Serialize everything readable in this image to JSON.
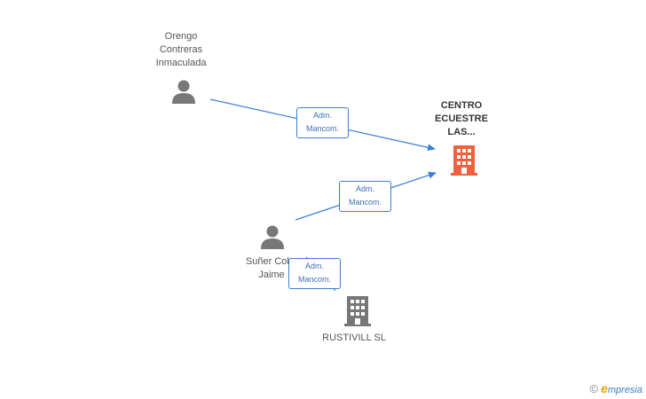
{
  "nodes": {
    "person1": {
      "lines": [
        "Orengo",
        "Contreras",
        "Inmaculada"
      ],
      "icon": "person-icon"
    },
    "company_main": {
      "lines": [
        "CENTRO",
        "ECUESTRE",
        "LAS..."
      ],
      "icon": "building-icon",
      "color": "#f0603c"
    },
    "person2": {
      "lines": [
        "Suñer Col...",
        "Jaime"
      ],
      "icon": "person-icon"
    },
    "company2": {
      "lines": [
        "RUSTIVILL SL"
      ],
      "icon": "building-icon",
      "color": "#777777"
    }
  },
  "edges": [
    {
      "from": "person1",
      "to": "company_main",
      "role": [
        "Adm.",
        "Mancom."
      ]
    },
    {
      "from": "person2",
      "to": "company_main",
      "role": [
        "Adm.",
        "Mancom."
      ]
    },
    {
      "from": "person2",
      "to": "company2",
      "role": [
        "Adm.",
        "Mancom."
      ]
    }
  ],
  "colors": {
    "edge": "#3d7fd6",
    "person": "#777777"
  },
  "watermark": {
    "symbol": "©",
    "brand_initial": "e",
    "brand_rest": "mpresia"
  }
}
